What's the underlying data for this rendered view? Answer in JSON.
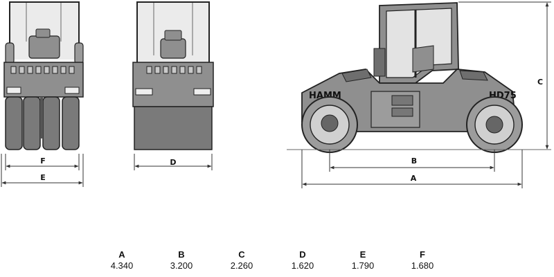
{
  "views": {
    "side": {
      "brand_left": "HAMM",
      "brand_right": "HD75"
    }
  },
  "dimension_labels": {
    "A": "A",
    "B": "B",
    "C": "C",
    "D": "D",
    "E": "E",
    "F": "F"
  },
  "specs": [
    {
      "key": "A",
      "value": "4.340"
    },
    {
      "key": "B",
      "value": "3.200"
    },
    {
      "key": "C",
      "value": "2.260"
    },
    {
      "key": "D",
      "value": "1.620"
    },
    {
      "key": "E",
      "value": "1.790"
    },
    {
      "key": "F",
      "value": "1.680"
    }
  ],
  "colors": {
    "body": "#8f8f8f",
    "body_dark": "#6e6e6e",
    "glass": "#e3e3e3",
    "outline": "#222222",
    "dim_line": "#333333"
  }
}
